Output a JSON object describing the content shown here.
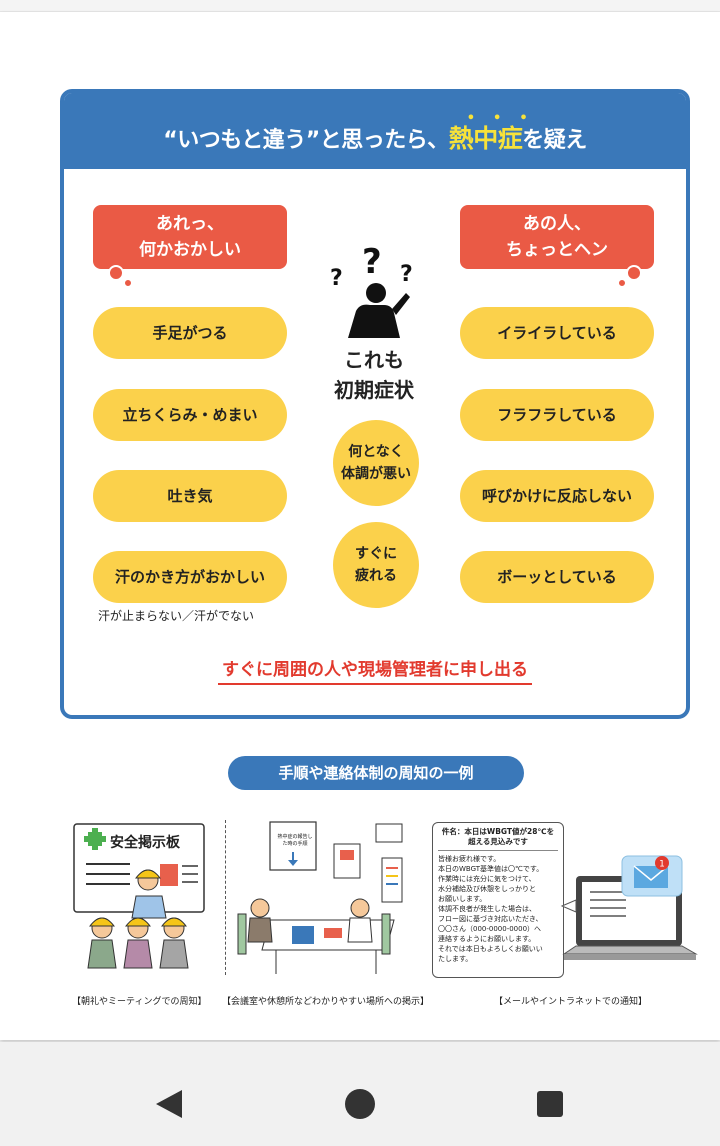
{
  "card": {
    "title_pre": "“いつもと違う”と思ったら、",
    "title_em": "熱中症",
    "title_post": "を疑え",
    "title_dots": "•••",
    "left_tag": {
      "line1": "あれっ、",
      "line2": "何かおかしい"
    },
    "right_tag": {
      "line1": "あの人、",
      "line2": "ちょっとヘン"
    },
    "left_items": [
      "手足がつる",
      "立ちくらみ・めまい",
      "吐き気",
      "汗のかき方がおかしい"
    ],
    "left_note": "汗が止まらない／汗がでない",
    "right_items": [
      "イライラしている",
      "フラフラしている",
      "呼びかけに反応しない",
      "ボーッとしている"
    ],
    "center_label": {
      "line1": "これも",
      "line2": "初期症状"
    },
    "center_circles": [
      {
        "line1": "何となく",
        "line2": "体調が悪い"
      },
      {
        "line1": "すぐに",
        "line2": "疲れる"
      }
    ],
    "call_to_action": "すぐに周囲の人や現場管理者に申し出る"
  },
  "section": {
    "title": "手順や連絡体制の周知の一例"
  },
  "illustrations": {
    "board_title": "安全掲示板",
    "poster_label": "熱中症の報告した時の手順",
    "mail": {
      "subject_line1": "件名：本日はWBGT値が28℃を",
      "subject_line2": "超える見込みです",
      "body": [
        "皆様お疲れ様です。",
        "本日のWBGT基準値は〇℃です。",
        "作業時には充分に気をつけて、",
        "水分補給及び休憩をしっかりと",
        "お願いします。",
        "体調不良者が発生した場合は、",
        "フロー図に基づき対応いただき、",
        "〇〇さん（000-0000-0000）へ",
        "連絡するようにお願いします。",
        "それでは本日もよろしくお願いい",
        "たします。"
      ],
      "badge": "1"
    },
    "captions": [
      "【朝礼やミーティングでの周知】",
      "【会議室や休憩所などわかりやすい場所への掲示】",
      "【メールやイントラネットでの通知】"
    ]
  },
  "colors": {
    "blue": "#3a78b9",
    "red": "#ea5a45",
    "yellow": "#fbd14b",
    "accent_text": "#f7e23a"
  },
  "nav": {
    "back_icon": "back-triangle-icon",
    "home_icon": "home-circle-icon",
    "recents_icon": "recents-square-icon"
  }
}
